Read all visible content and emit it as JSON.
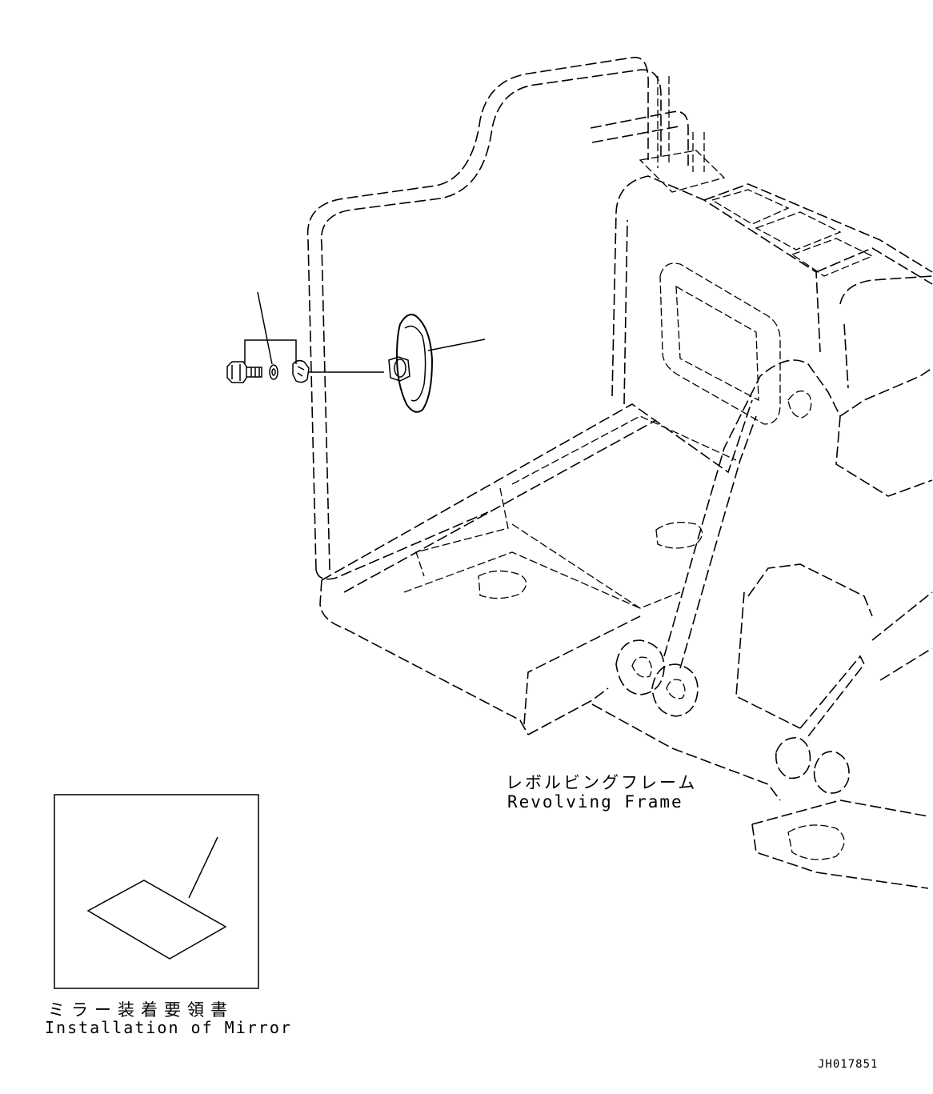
{
  "labels": {
    "frame_jp": "レボルビングフレーム",
    "frame_en": "Revolving Frame",
    "mirror_jp": "ミラー装着要領書",
    "mirror_en": "Installation of Mirror",
    "drawing_number": "JH017851"
  }
}
